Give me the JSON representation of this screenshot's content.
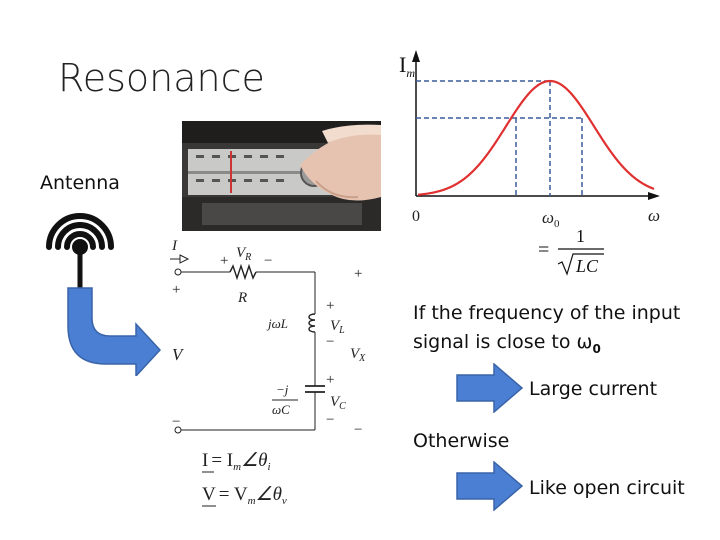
{
  "slide": {
    "title": "Resonance",
    "antenna_label": "Antenna"
  },
  "graph": {
    "y_label": "I",
    "y_label_sub": "m",
    "origin_label": "0",
    "peak_label": "ω",
    "peak_label_sub": "0",
    "x_axis_label": "ω",
    "formula_equals": "=",
    "formula_numerator": "1",
    "formula_denominator": "LC"
  },
  "circuit": {
    "current_label": "I",
    "vr_label": "V",
    "vr_sub": "R",
    "r_label": "R",
    "inductor_label": "jωL",
    "vl_label": "V",
    "vl_sub": "L",
    "vx_label": "V",
    "vx_sub": "X",
    "v_label": "V",
    "cap_label_top": "−j",
    "cap_label_bottom": "ωC",
    "vc_label": "V",
    "vc_sub": "C",
    "plus": "+",
    "minus": "−",
    "current_phasor_lhs": "I",
    "current_phasor_rhs": "= I",
    "current_phasor_sub": "m",
    "current_phasor_angle": "∠θ",
    "current_phasor_angle_sub": "i",
    "voltage_phasor_lhs": "V",
    "voltage_phasor_rhs": "= V",
    "voltage_phasor_sub": "m",
    "voltage_phasor_angle": "∠θ",
    "voltage_phasor_angle_sub": "v"
  },
  "text": {
    "line1": "If the frequency of the input",
    "line2": "signal is close to ω",
    "line2_sub": "0",
    "large_current": "Large current",
    "otherwise": "Otherwise",
    "open_circuit": "Like open circuit"
  },
  "colors": {
    "curve": "#e03030",
    "dashed": "#3a5c9c",
    "arrow_fill": "#4a7fd4",
    "arrow_stroke": "#3a64a8"
  }
}
